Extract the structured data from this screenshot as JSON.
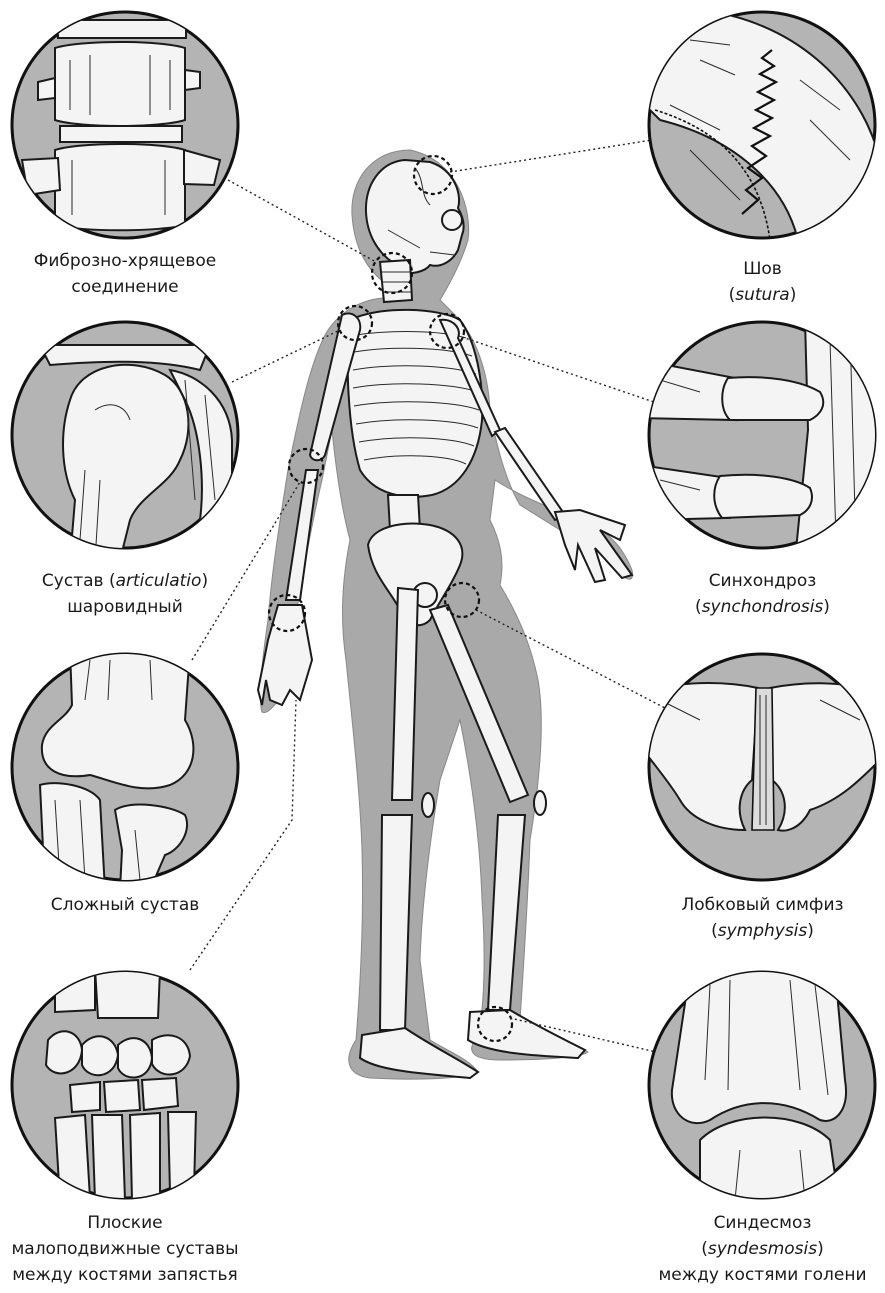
{
  "captions": {
    "fibrous_cartilage": {
      "line1": "Фиброзно-хрящевое",
      "line2": "соединение"
    },
    "ball_joint": {
      "line1_prefix": "Сустав (",
      "line1_latin": "articulatio",
      "line1_suffix": ")",
      "line2": "шаровидный"
    },
    "complex_joint": {
      "line1": "Сложный сустав"
    },
    "carpal_joints": {
      "line1": "Плоские",
      "line2": "малоподвижные суставы",
      "line3": "между костями запястья"
    },
    "suture": {
      "line1": "Шов",
      "line2_open": "(",
      "line2_latin": "sutura",
      "line2_close": ")"
    },
    "synchondrosis": {
      "line1": "Синхондроз",
      "line2_open": "(",
      "line2_latin": "synchondrosis",
      "line2_close": ")"
    },
    "symphysis": {
      "line1": "Лобковый симфиз",
      "line2_open": "(",
      "line2_latin": "symphysis",
      "line2_close": ")"
    },
    "syndesmosis": {
      "line1": "Синдесмоз",
      "line2_open": "(",
      "line2_latin": "syndesmosis",
      "line2_close": ")",
      "line3": "между костями голени"
    }
  },
  "colors": {
    "circle_fill": "#b4b4b4",
    "body_silhouette": "#a9a9a9",
    "bone_fill": "#f4f4f4",
    "ink": "#1a1a1a"
  }
}
